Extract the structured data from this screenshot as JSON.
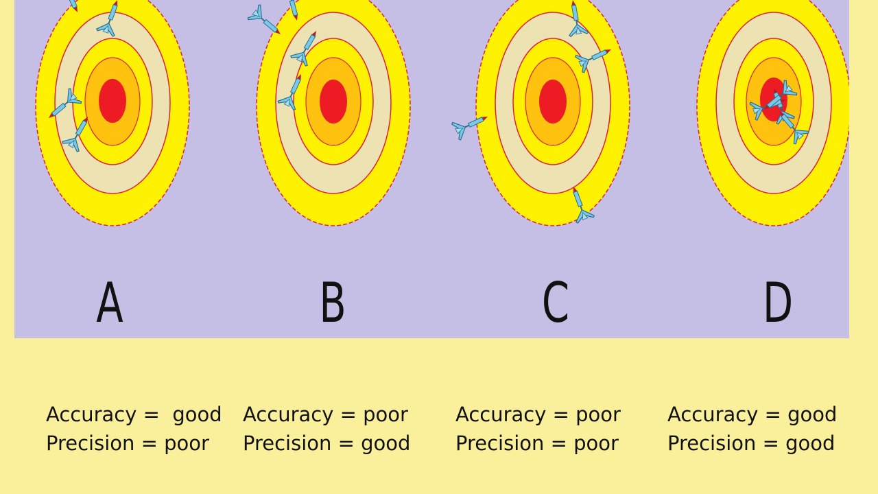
{
  "targets": [
    {
      "label": "A",
      "accuracy_text": "Accuracy =  good",
      "precision_text": "Precision = poor",
      "darts": [
        "dart-upper-left",
        "dart-top-right",
        "dart-center-left",
        "dart-far-left-outside"
      ]
    },
    {
      "label": "B",
      "accuracy_text": "Accuracy = poor",
      "precision_text": "Precision = good",
      "darts": [
        "dart-1",
        "dart-2",
        "dart-3",
        "dart-4"
      ]
    },
    {
      "label": "C",
      "accuracy_text": "Accuracy = poor",
      "precision_text": "Precision = poor",
      "darts": [
        "dart-top",
        "dart-right",
        "dart-left",
        "dart-bottom"
      ]
    },
    {
      "label": "D",
      "accuracy_text": "Accuracy = good",
      "precision_text": "Precision = good",
      "darts": [
        "dart-top",
        "dart-right",
        "dart-left",
        "dart-bottom"
      ]
    }
  ],
  "colors": {
    "page_background": "#FAF09C",
    "panel_background": "#C5BEE5",
    "ring_outer": "#FFF200",
    "ring_cream": "#EDE3B2",
    "ring_orange": "#FFC20E",
    "bullseye": "#ED1C24",
    "ring_edge": "#E0203A",
    "dart": "#7BC8E8"
  }
}
